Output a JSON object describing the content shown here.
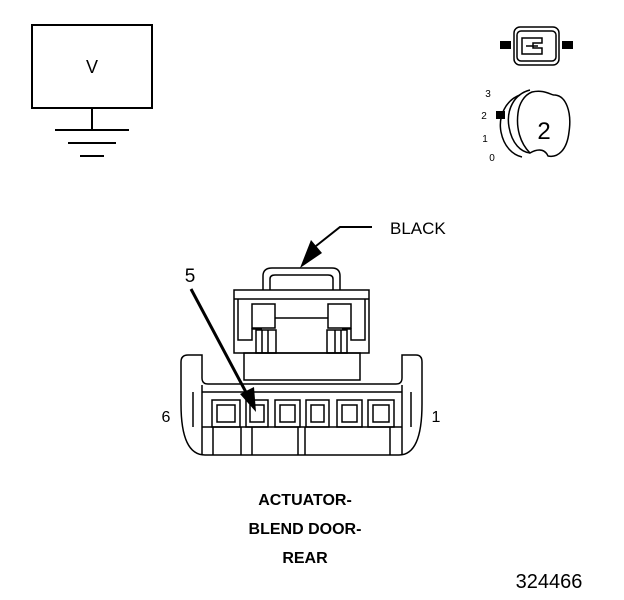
{
  "meter": {
    "label": "V"
  },
  "switch_positions": [
    "3",
    "2",
    "1",
    "0"
  ],
  "switch_setting": "2",
  "connector": {
    "color_label": "BLACK",
    "probe_pin": "5",
    "pin_left": "6",
    "pin_right": "1"
  },
  "caption": {
    "line1": "ACTUATOR-",
    "line2": "BLEND DOOR-",
    "line3": "REAR"
  },
  "figure_id": "324466"
}
